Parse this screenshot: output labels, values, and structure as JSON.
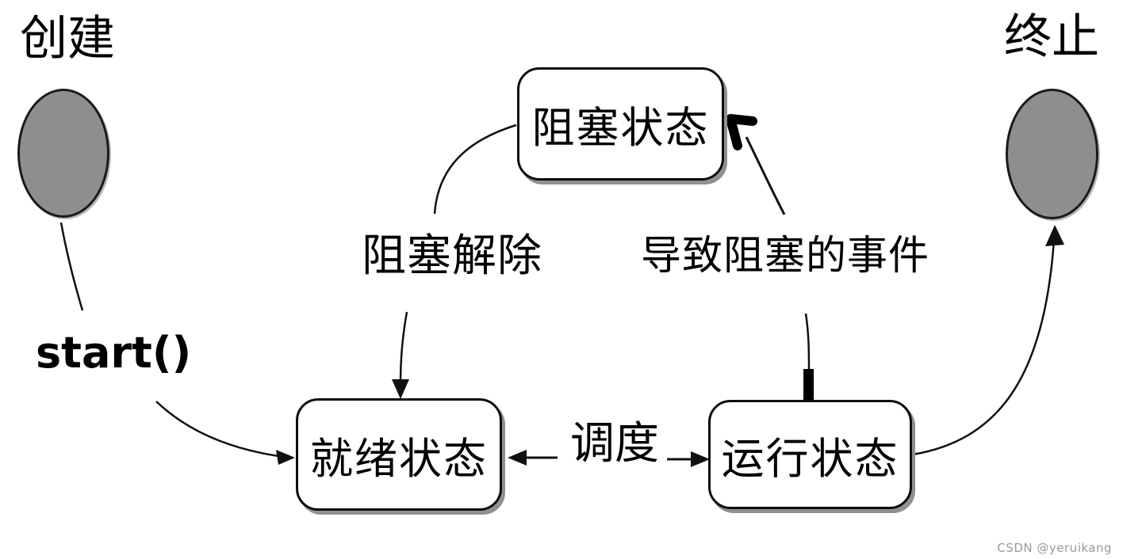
{
  "diagram": {
    "type": "state-diagram",
    "subject": "thread lifecycle states",
    "nodes": {
      "create": {
        "label": "创建",
        "shape": "circle"
      },
      "terminate": {
        "label": "终止",
        "shape": "circle"
      },
      "blocked": {
        "label": "阻塞状态",
        "shape": "rounded-box"
      },
      "ready": {
        "label": "就绪状态",
        "shape": "rounded-box"
      },
      "running": {
        "label": "运行状态",
        "shape": "rounded-box"
      }
    },
    "edge_labels": {
      "start": "start()",
      "unblock": "阻塞解除",
      "blocking_event": "导致阻塞的事件",
      "schedule": "调度"
    },
    "edges": [
      {
        "from": "create",
        "to": "ready",
        "label": "start()"
      },
      {
        "from": "blocked",
        "to": "ready",
        "label": "阻塞解除"
      },
      {
        "from": "running",
        "to": "blocked",
        "label": "导致阻塞的事件"
      },
      {
        "from": "running",
        "to": "ready",
        "label": "调度"
      },
      {
        "from": "ready",
        "to": "running",
        "label": "调度"
      },
      {
        "from": "running",
        "to": "terminate",
        "label": ""
      }
    ],
    "colors": {
      "circle_fill": "#8e8e8e",
      "stroke": "#000000",
      "box_fill": "#ffffff",
      "box_shadow": "#909090",
      "watermark_text": "#9a9a9a",
      "background": "#ffffff"
    },
    "watermark": "CSDN @yeruikang"
  }
}
